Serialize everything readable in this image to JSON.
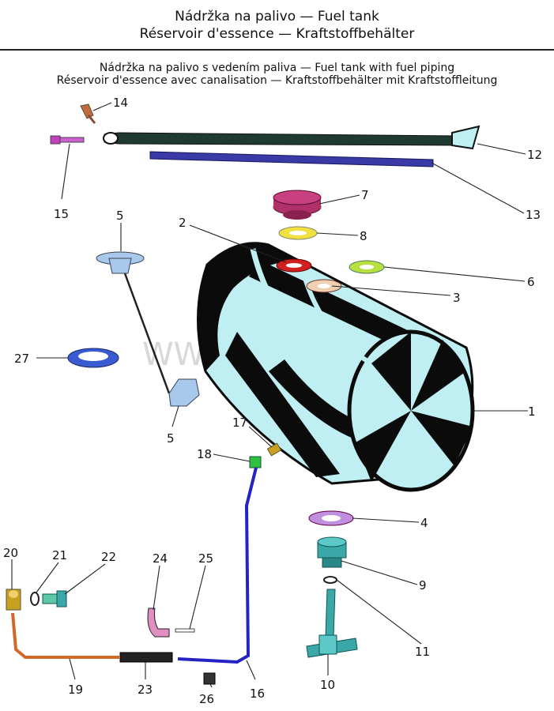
{
  "header": {
    "title_line1": "Nádržka na palivo — Fuel tank",
    "title_line2": "Réservoir d'essence — Kraftstoffbehälter"
  },
  "subtitle": {
    "line1": "Nádržka na palivo s vedením paliva — Fuel tank with fuel piping",
    "line2": "Réservoir d'essence avec canalisation — Kraftstoffbehälter mit Kraftstoffleitung"
  },
  "watermark": "WWW.PRAGOS.cz",
  "callouts": {
    "c1": "1",
    "c2": "2",
    "c3": "3",
    "c4": "4",
    "c5a": "5",
    "c5b": "5",
    "c6": "6",
    "c7": "7",
    "c8": "8",
    "c9": "9",
    "c10": "10",
    "c11": "11",
    "c12": "12",
    "c13": "13",
    "c14": "14",
    "c15": "15",
    "c16": "16",
    "c17": "17",
    "c18": "18",
    "c19": "19",
    "c20": "20",
    "c21": "21",
    "c22": "22",
    "c23": "23",
    "c24": "24",
    "c25": "25",
    "c26": "26",
    "c27": "27"
  },
  "colors": {
    "tank_light": "#bfeff2",
    "tank_dark": "#0b0b0b",
    "strap_blue": "#3a3aa6",
    "pipe_blue": "#2424c4",
    "pipe_orange": "#d06a2a",
    "cap_purple": "#b0306a",
    "washer_yellow": "#f0e040",
    "washer_lime": "#b8e040",
    "washer_red": "#d02020",
    "washer_lilac": "#c090e0",
    "nozzle_teal": "#3aa8a8",
    "ring_blue": "#3a5ad0",
    "float_blue": "#a8c8ec",
    "fitting_green": "#30c040",
    "fitting_gold": "#c8a020"
  }
}
